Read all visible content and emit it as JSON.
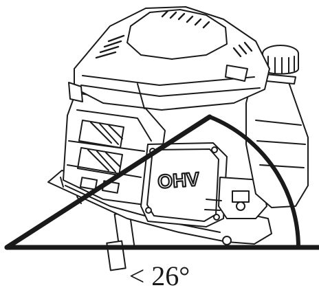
{
  "diagram": {
    "engine_label": "OHV",
    "angle_label": "< 26°",
    "colors": {
      "line": "#1a1a1a",
      "background": "#ffffff"
    },
    "icons": [
      "engine-illustration",
      "tilt-angle-arc"
    ]
  }
}
